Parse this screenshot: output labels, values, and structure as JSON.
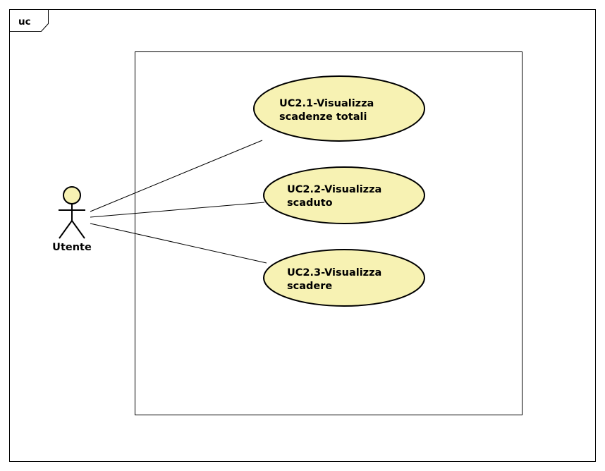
{
  "frame": {
    "label": "uc"
  },
  "actor": {
    "name": "Utente"
  },
  "use_cases": [
    {
      "line1": "UC2.1-Visualizza",
      "line2": "scadenze totali"
    },
    {
      "line1": "UC2.2-Visualizza",
      "line2": "scaduto"
    },
    {
      "line1": "UC2.3-Visualizza",
      "line2": "scadere"
    }
  ],
  "colors": {
    "use_case_fill": "#f7f2b3",
    "actor_fill": "#f7f2b3",
    "line": "#000000",
    "background": "#ffffff"
  }
}
